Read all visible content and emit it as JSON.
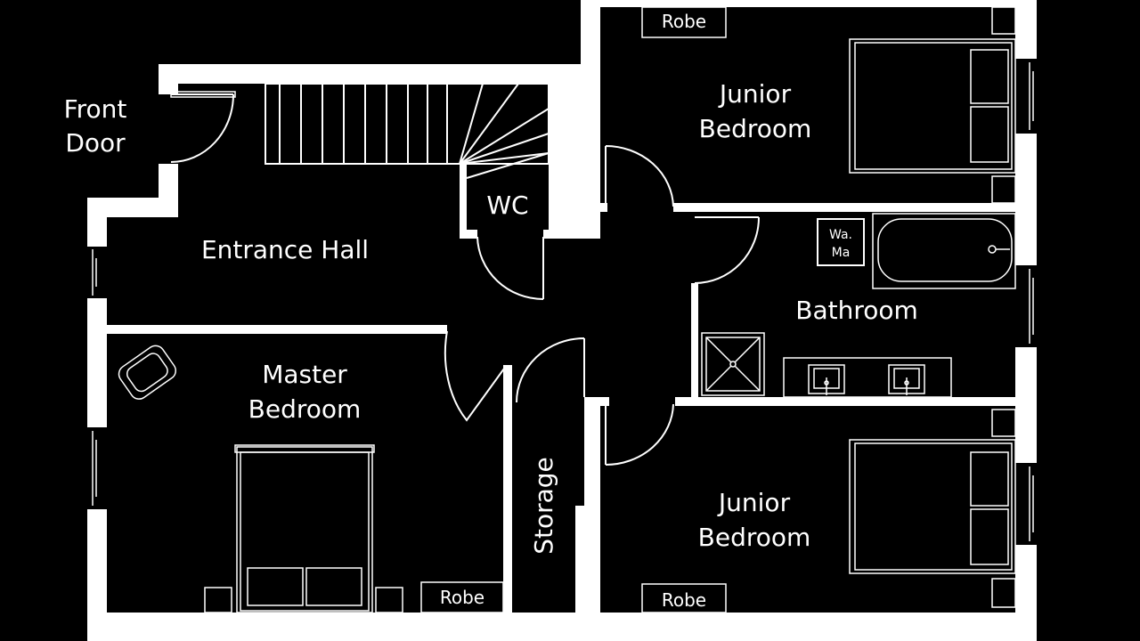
{
  "rooms": {
    "front_door_line1": "Front",
    "front_door_line2": "Door",
    "entrance_hall": "Entrance Hall",
    "wc": "WC",
    "junior_top_line1": "Junior",
    "junior_top_line2": "Bedroom",
    "bathroom": "Bathroom",
    "master_line1": "Master",
    "master_line2": "Bedroom",
    "storage": "Storage",
    "junior_bottom_line1": "Junior",
    "junior_bottom_line2": "Bedroom"
  },
  "fixtures": {
    "robe_top": "Robe",
    "robe_master": "Robe",
    "robe_junior_bottom": "Robe",
    "washer_line1": "Wa.",
    "washer_line2": "Ma"
  },
  "colors": {
    "background": "#000000",
    "walls": "#ffffff",
    "text": "#ffffff"
  }
}
